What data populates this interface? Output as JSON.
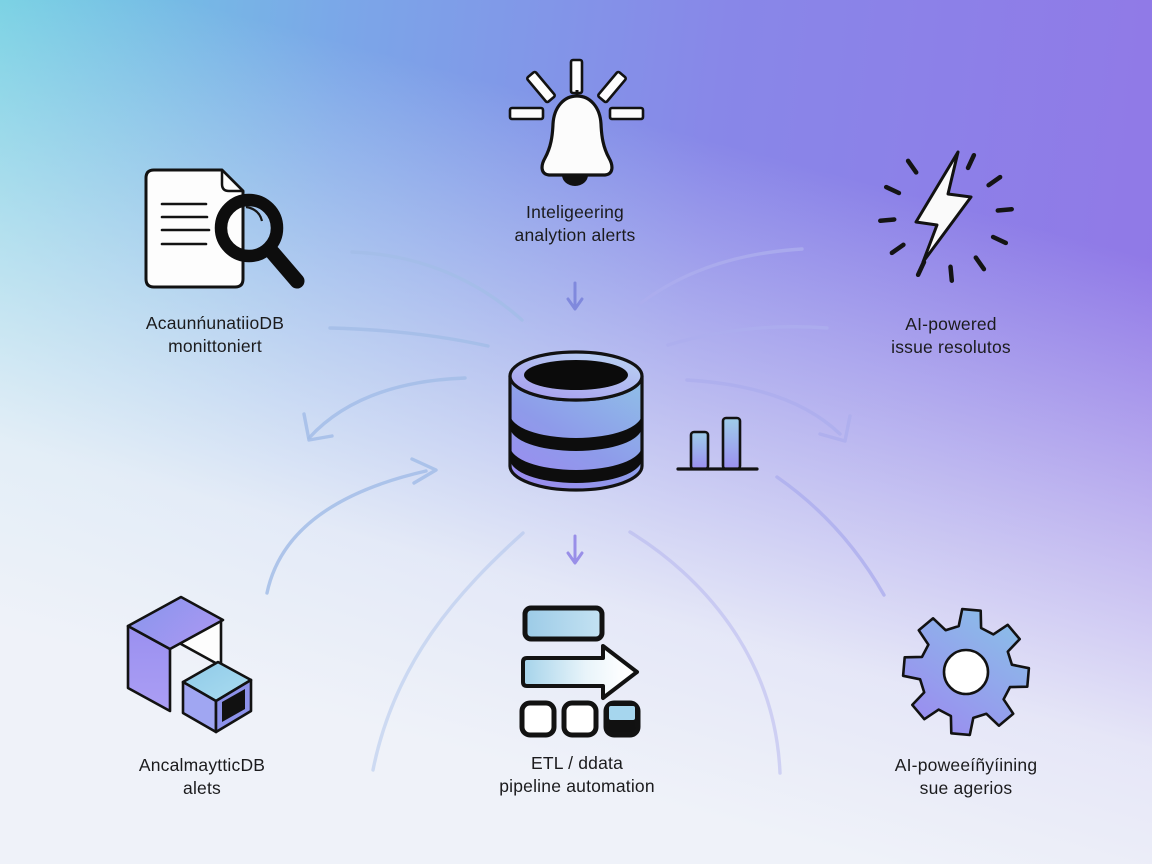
{
  "diagram": {
    "type": "hub-and-spoke infographic",
    "center": {
      "icon": "database-icon",
      "side_icon": "bar-chart-icon"
    },
    "nodes": [
      {
        "id": "db-monitoring",
        "position": "top-left",
        "icon": "document-magnifier-icon",
        "line1": "AcaunńunatiioDB",
        "line2": "monittoniert"
      },
      {
        "id": "intelligent-alerts",
        "position": "top-center",
        "icon": "bell-alert-icon",
        "line1": "Inteligeering",
        "line2": "analytion alerts"
      },
      {
        "id": "ai-issue-resolution",
        "position": "top-right",
        "icon": "lightning-burst-icon",
        "line1": "AI-powered",
        "line2": "issue resolutos"
      },
      {
        "id": "analytics-db-alerts",
        "position": "bottom-left",
        "icon": "isometric-boxes-icon",
        "line1": "AncalmaytticDB",
        "line2": "alets"
      },
      {
        "id": "etl-pipeline",
        "position": "bottom-center",
        "icon": "etl-pipeline-icon",
        "line1": "ETL / ddata",
        "line2": "pipeline automation"
      },
      {
        "id": "ai-agents",
        "position": "bottom-right",
        "icon": "gear-icon",
        "line1": "AI-poweeíñyíining",
        "line2": "sue agerios"
      }
    ],
    "colors": {
      "bg_top_left": "#70cfe2",
      "bg_top_right": "#9277e7",
      "bg_bottom": "#eff2f9",
      "icon_blue": "#8fbce8",
      "icon_purple": "#9b8cf0",
      "outline": "#121212",
      "arrow_left": "#a3bde8",
      "arrow_right": "#adaeee",
      "small_arrow": "#8089dd"
    }
  }
}
